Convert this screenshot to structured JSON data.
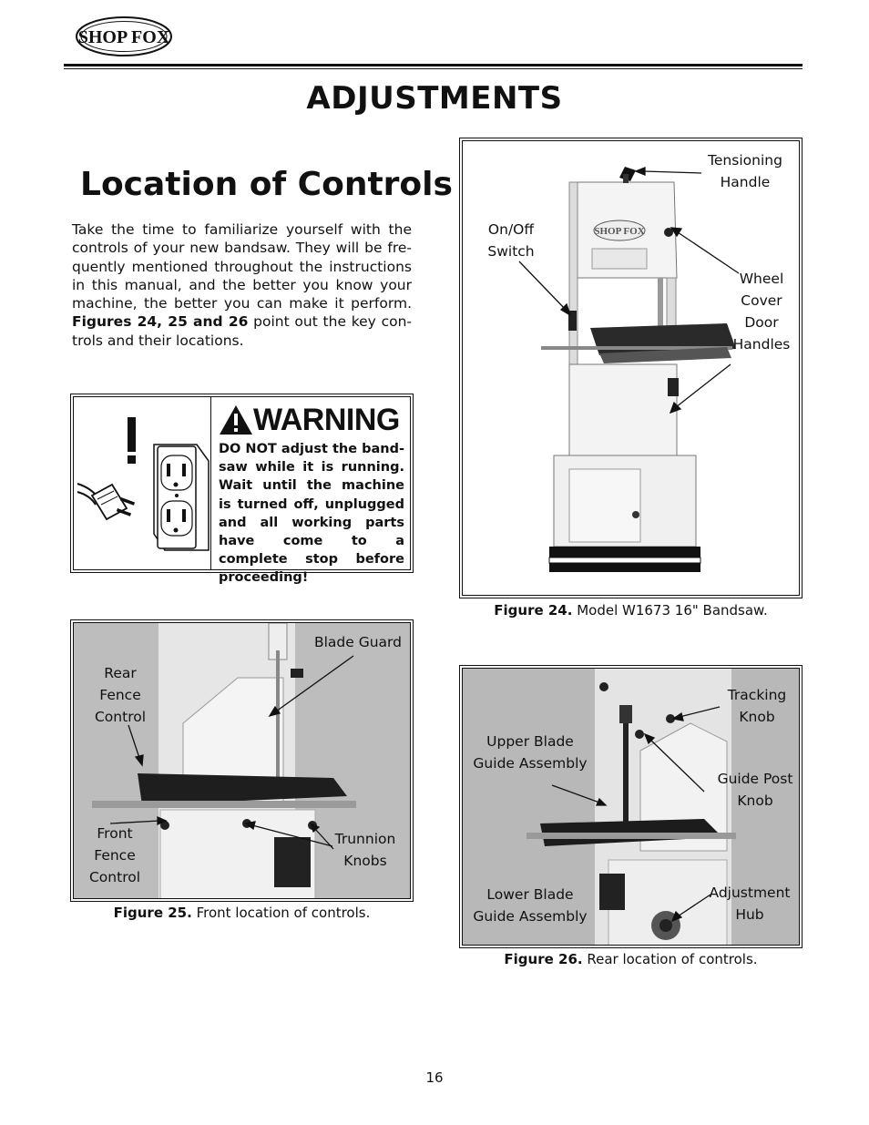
{
  "header": {
    "logo_text": "SHOP FOX",
    "section_title": "ADJUSTMENTS"
  },
  "page_heading": "Location of Controls",
  "intro": {
    "part1": "Take the time to familiarize yourself with the controls of your new bandsaw. They will be fre-quently mentioned throughout the instructions in this manual, and the better you know your machine, the better you can make it perform. ",
    "figures_ref": "Figures 24, 25 and 26",
    "part2": " point out the key con-trols and their locations."
  },
  "warning": {
    "label": "WARNING",
    "body": "DO NOT adjust the band-saw while it is running. Wait until the machine is turned off, unplugged and all working parts have come to a complete stop before proceeding!"
  },
  "figure24": {
    "caption_label": "Figure 24.",
    "caption_text": " Model W1673 16\" Bandsaw.",
    "callouts": {
      "tensioning": "Tensioning Handle",
      "onoff": "On/Off Switch",
      "wheel_cover": "Wheel Cover Door Handles"
    },
    "logo_text": "SHOP FOX"
  },
  "figure25": {
    "caption_label": "Figure 25.",
    "caption_text": " Front location of controls.",
    "callouts": {
      "blade_guard": "Blade Guard",
      "rear_fence": "Rear Fence Control",
      "front_fence": "Front Fence Control",
      "trunnion": "Trunnion Knobs"
    }
  },
  "figure26": {
    "caption_label": "Figure 26.",
    "caption_text": " Rear location of controls.",
    "callouts": {
      "tracking": "Tracking Knob",
      "upper_guide": "Upper Blade Guide Assembly",
      "guide_post": "Guide Post Knob",
      "lower_guide": "Lower Blade Guide Assembly",
      "adjustment_hub": "Adjustment Hub"
    }
  },
  "page_number": "16"
}
